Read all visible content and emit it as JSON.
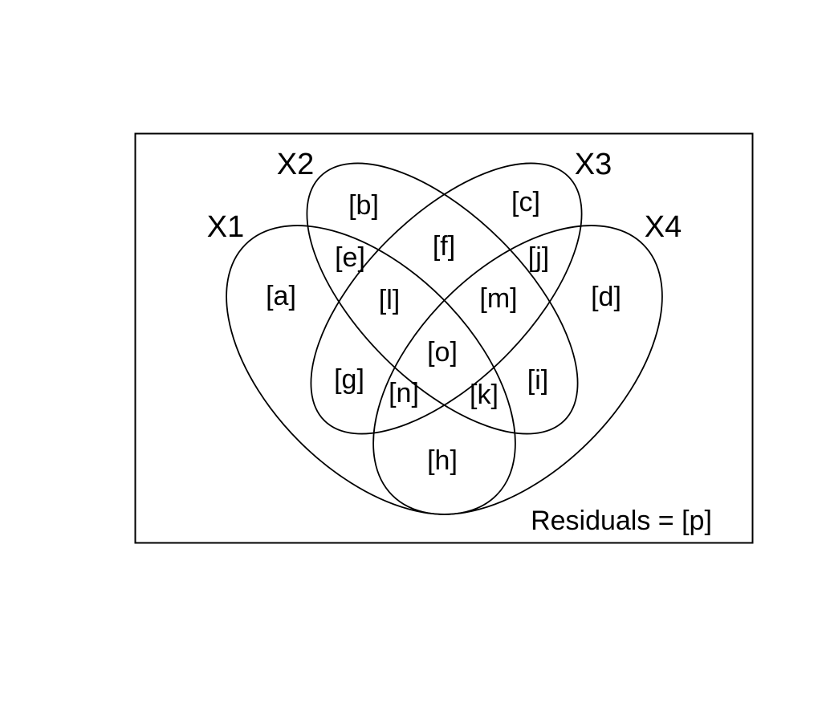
{
  "figure": {
    "type": "venn-diagram-4-sets",
    "sets": [
      "X1",
      "X2",
      "X3",
      "X4"
    ],
    "fractions": {
      "a": "[a]",
      "b": "[b]",
      "c": "[c]",
      "d": "[d]",
      "e": "[e]",
      "f": "[f]",
      "g": "[g]",
      "h": "[h]",
      "i": "[i]",
      "j": "[j]",
      "k": "[k]",
      "l": "[l]",
      "m": "[m]",
      "n": "[n]",
      "o": "[o]"
    },
    "residuals_label": "Residuals = [p]",
    "colors": {
      "stroke": "#000000",
      "background": "#ffffff",
      "text": "#000000"
    }
  }
}
